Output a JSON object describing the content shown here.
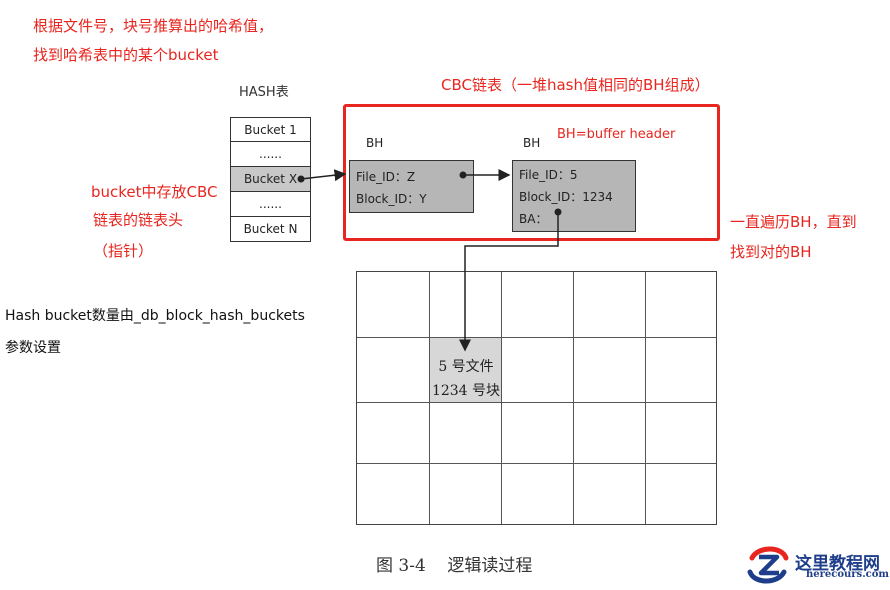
{
  "annotations": {
    "top_line1": "根据文件号，块号推算出的哈希值，",
    "top_line2": "找到哈希表中的某个bucket",
    "cbc_title": "CBC链表（一堆hash值相同的BH组成）",
    "bh_def": "BH=buffer header",
    "left_line1": "bucket中存放CBC",
    "left_line2": "链表的链表头",
    "left_line3": "（指针）",
    "right_line1": "一直遍历BH，直到",
    "right_line2": "找到对的BH",
    "param_line1": "Hash bucket数量由_db_block_hash_buckets",
    "param_line2": "参数设置"
  },
  "hash_table": {
    "title": "HASH表",
    "rows": [
      "Bucket 1",
      "......",
      "Bucket X",
      "......",
      "Bucket N"
    ]
  },
  "bh1": {
    "label": "BH",
    "line1": "File_ID：Z",
    "line2": "Block_ID：Y"
  },
  "bh2": {
    "label": "BH",
    "line1": "File_ID：5",
    "line2": "Block_ID：1234",
    "line3": "BA："
  },
  "grid": {
    "cell_line1": "5 号文件",
    "cell_line2": "1234 号块"
  },
  "caption": "图 3-4    逻辑读过程",
  "watermark": {
    "site_cn": "这里教程网",
    "site_url": "herecours.com"
  },
  "colors": {
    "annotation": "#e8261f",
    "frame": "#e8261f",
    "bh_fill": "#b6b6b6",
    "logo": "#1e3d8a"
  }
}
